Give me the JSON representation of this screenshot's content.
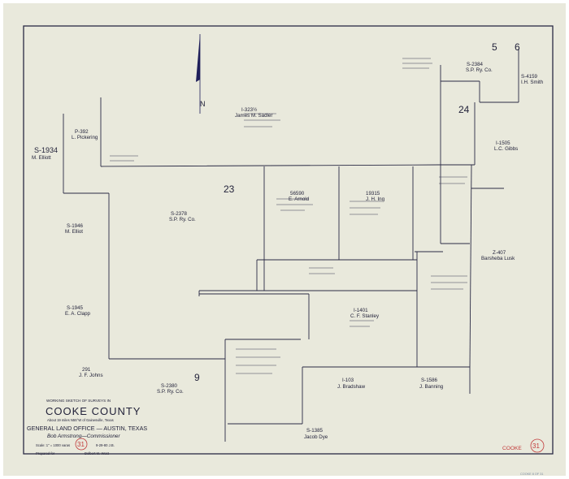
{
  "surveys": [
    {
      "id": "s-1934",
      "abstract": "S-1934",
      "name": "M. Elliott"
    },
    {
      "id": "p-392",
      "abstract": "P-392",
      "name": "L. Pickering"
    },
    {
      "id": "i-323",
      "abstract": "I-323½",
      "name": "James M. Sadler"
    },
    {
      "id": "s-2384",
      "abstract": "S-2384",
      "name": "S.P. Ry. Co."
    },
    {
      "id": "s-4159",
      "abstract": "S-4159",
      "name": "I.H. Smith"
    },
    {
      "id": "i-1505",
      "abstract": "I-1505",
      "name": "L.C. Gibbs"
    },
    {
      "id": "s-2378",
      "abstract": "S-2378",
      "name": "S.P. Ry. Co."
    },
    {
      "id": "e-arnold",
      "abstract": "56590",
      "name": "E. Arnold"
    },
    {
      "id": "ing",
      "abstract": "19315",
      "name": "J. H. Ing"
    },
    {
      "id": "s-1946",
      "abstract": "S-1946",
      "name": "M. Elliot"
    },
    {
      "id": "z-407",
      "abstract": "Z-407",
      "name": "Barsheba Lusk"
    },
    {
      "id": "s-1945",
      "abstract": "S-1945",
      "name": "E. A. Clapp"
    },
    {
      "id": "i-1401",
      "abstract": "I-1401",
      "name": "C. F. Stanley"
    },
    {
      "id": "j-johns",
      "abstract": "291",
      "name": "J. F. Johns"
    },
    {
      "id": "s-2380",
      "abstract": "S-2380",
      "name": "S.P. Ry. Co."
    },
    {
      "id": "i-103",
      "abstract": "I-103",
      "name": "J. Bradshaw"
    },
    {
      "id": "s-1586",
      "abstract": "S-1586",
      "name": "J. Banning"
    },
    {
      "id": "s-1385",
      "abstract": "S-1385",
      "name": "Jacob Dye"
    }
  ],
  "section_numbers": {
    "n5": "5",
    "n6": "6",
    "n24": "24",
    "n23": "23",
    "n9": "9"
  },
  "north_label": "N",
  "title_block": {
    "heading": "WORKING SKETCH OF SURVEYS IN",
    "county": "COOKE COUNTY",
    "location": "About 19 miles N55°W of Gainesville, Texas",
    "office": "GENERAL LAND OFFICE — AUSTIN, TEXAS",
    "commissioner": "Bob Armstrong—Commissioner",
    "scale": "Scale: 1\" = 1000 varas",
    "date": "9-29-80  J.B.",
    "prepared_for": "Prepared for",
    "prepared_by": "Dolbert M. West",
    "sketch_no": "31"
  },
  "stamps": {
    "county": "COOKE",
    "sketch_no": "31",
    "catalog": "COOKE 8 OF 31"
  },
  "colors": {
    "paper": "#e9e9dc",
    "ink": "#2a2a44",
    "stamp": "#c23a3a"
  }
}
